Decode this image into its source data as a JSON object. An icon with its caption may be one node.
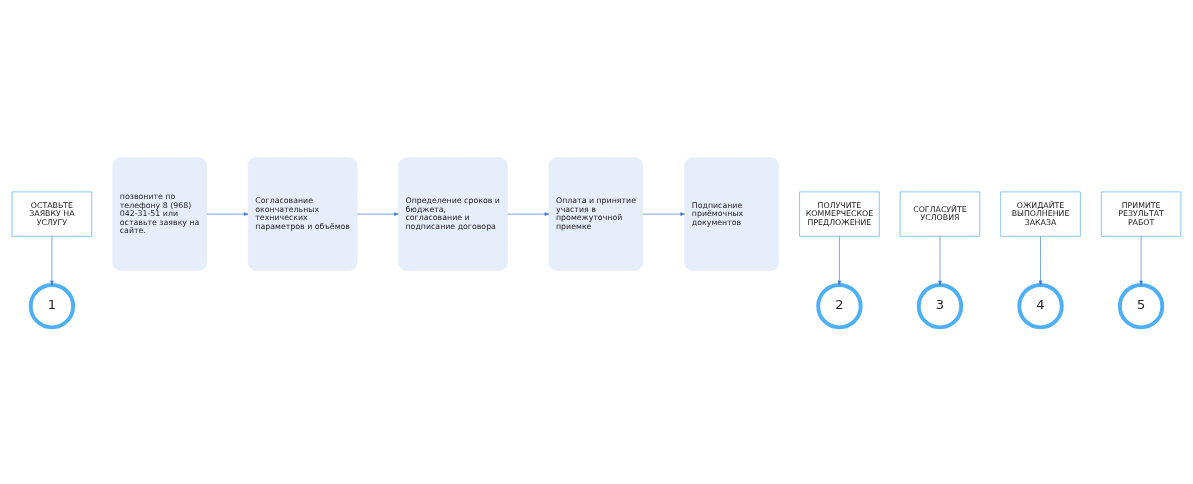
{
  "diagram": {
    "nodes": [
      {
        "text": [
          "ОСТАВЬТЕ ЗАЯВКУ НА УСЛУГУ"
        ]
      },
      {
        "text": [
          "1"
        ]
      },
      {
        "text": [
          "позвоните по телефону 8 (968) 042-31-51 или оставьте заявку на сайте."
        ]
      },
      {
        "text": [
          "ПОЛУЧИТЕ КОММЕРЧЕСКОЕ ПРЕДЛОЖЕНИЕ"
        ]
      },
      {
        "text": [
          "2"
        ]
      },
      {
        "text": [
          "Согласование окончательных технических параметров и объёмов"
        ]
      },
      {
        "text": [
          "СОГЛАСУЙТЕ УСЛОВИЯ"
        ]
      },
      {
        "text": [
          "3"
        ]
      },
      {
        "text": [
          "Определение сроков и бюджета, согласование и подписание договора"
        ]
      },
      {
        "text": [
          "ОЖИДАЙТЕ ВЫПОЛНЕНИЕ ЗАКАЗА"
        ]
      },
      {
        "text": [
          "4"
        ]
      },
      {
        "text": [
          "Оплата и принятие участия в промежуточной приемке"
        ]
      },
      {
        "text": [
          "ПРИМИТЕ РЕЗУЛЬТАТ РАБОТ"
        ]
      },
      {
        "text": [
          "5"
        ]
      },
      {
        "text": [
          "Подписание приёмочных документов"
        ]
      }
    ],
    "edges": [
      {
        "from": 0,
        "to": 1,
        "arrow": "to"
      },
      {
        "from": 3,
        "to": 4,
        "arrow": "to"
      },
      {
        "from": 6,
        "to": 7,
        "arrow": "to"
      },
      {
        "from": 9,
        "to": 10,
        "arrow": "to"
      },
      {
        "from": 12,
        "to": 13,
        "arrow": "to"
      },
      {
        "from": 2,
        "to": 5,
        "arrow": "to"
      },
      {
        "from": 5,
        "to": 8,
        "arrow": "to"
      },
      {
        "from": 8,
        "to": 11,
        "arrow": "to"
      },
      {
        "from": 11,
        "to": 14,
        "arrow": "to"
      }
    ]
  }
}
